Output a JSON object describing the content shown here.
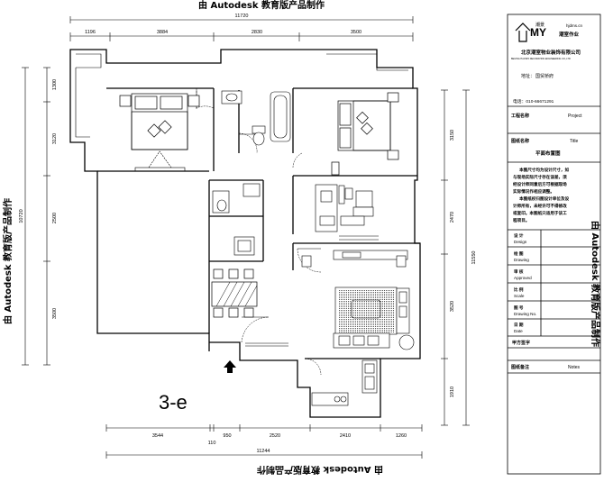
{
  "watermark": "由 Autodesk 教育版产品制作",
  "dimensions": {
    "top_total": "11720",
    "top_segments": [
      "1196",
      "3884",
      "2830",
      "3500"
    ],
    "bottom_segments": [
      "3544",
      "110",
      "950",
      "2520",
      "2410",
      "1260"
    ],
    "bottom_total": "11244",
    "left_total": "10720",
    "left_segments": [
      "1300",
      "3120",
      "2500",
      "3500"
    ],
    "right_total": "11550",
    "right_segments": [
      "3150",
      "2470",
      "3520",
      "1910"
    ]
  },
  "plan_label": "3-e",
  "title_block": {
    "logo_small": "潮景",
    "logo_url": "hjdms.cn",
    "logo_brand": "潮室作业",
    "company": "北京潮室物业装饰有限公司",
    "company_en": "BEIJING HAOSHI DECORATION ENGINEERING CO.,LTD",
    "address_label": "地址：",
    "address_value": "国贸桥府",
    "phone": "电话：010-66671291",
    "project_cn": "工程名称",
    "project_en": "Project",
    "title_cn": "图纸名称",
    "title_en": "Title",
    "title_value": "平面布置图",
    "notes": [
      "本图尺寸均为设计尺寸，如",
      "与现场实际尺寸存在误差，须",
      "经设计师同意后方可根据现场",
      "实际情况作相应调整。",
      "本图纸权归图设计单位及设",
      "计师所有，未经许可不得修改",
      "或复印。本图纸只适用于该工",
      "程项目。"
    ],
    "rows": [
      {
        "cn": "设      计",
        "en": "Design"
      },
      {
        "cn": "绘      图",
        "en": "Drawing"
      },
      {
        "cn": "审      核",
        "en": "Approved"
      },
      {
        "cn": "比      例",
        "en": "Scale"
      },
      {
        "cn": "图      号",
        "en": "Drawing No."
      },
      {
        "cn": "日      期",
        "en": "Date"
      }
    ],
    "sign": "甲方签字",
    "remark_cn": "图纸备注",
    "remark_en": "Notes"
  }
}
